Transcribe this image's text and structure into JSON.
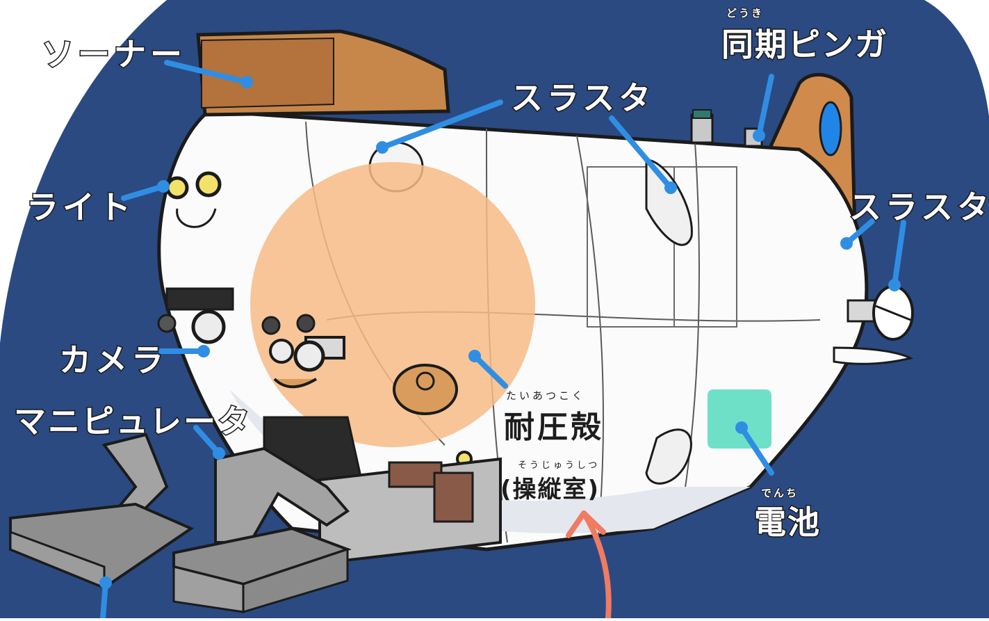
{
  "labels": {
    "sonar": "ソーナー",
    "thruster_top": "スラスタ",
    "sync_pinger": "同期ピンガ",
    "sync_pinger_ruby": "どうき",
    "light": "ライト",
    "thruster_right": "スラスタ",
    "camera": "カメラ",
    "manipulator": "マニピュレータ",
    "pressure_hull": "耐圧殻",
    "pressure_hull_ruby": "たいあつこく",
    "cockpit": "(操縦室)",
    "cockpit_ruby": "そうじゅうしつ",
    "battery": "電池",
    "battery_ruby": "でんち"
  },
  "colors": {
    "background": "#ffffff",
    "water": "#2b4a82",
    "hull": "#fbfbfb",
    "outline": "#1b1b1b",
    "sonar": "#c8874a",
    "tail_fin": "#d08a4c",
    "pressure_sphere": "#f6bb85",
    "battery_panel": "#6fe0c8",
    "leader_line": "#2f8ee3",
    "arrow": "#f07b62",
    "frame": "#8e8e8e"
  }
}
